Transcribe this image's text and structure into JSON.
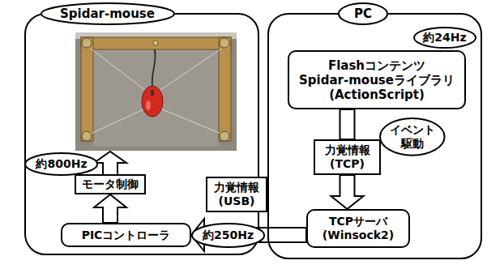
{
  "diagram": {
    "nodes": [
      {
        "text": [
          "Spidar-mouse"
        ]
      },
      {
        "text": [
          "PC"
        ]
      },
      {
        "text": [
          "約24Hz"
        ],
        "in": 1
      },
      {
        "text": [
          "Flashコンテンツ Spidar-mouseライブラリ (ActionScript)"
        ],
        "in": 1
      },
      {
        "text": [
          "イベント 駆動"
        ],
        "in": 1
      },
      {
        "text": [
          "力覚情報 (TCP)"
        ],
        "in": 1
      },
      {
        "text": [
          "約800Hz"
        ],
        "in": 0
      },
      {
        "text": [
          "モータ制御"
        ],
        "in": 0
      },
      {
        "text": [
          "力覚情報 (USB)"
        ]
      },
      {
        "text": [
          "約250Hz"
        ]
      },
      {
        "text": [
          "PICコントローラ"
        ],
        "in": 0
      },
      {
        "text": [
          "TCPサーバ (Winsock2)"
        ],
        "in": 1
      }
    ],
    "edges": [
      {
        "from": 3,
        "to": 5,
        "arrow": "none"
      },
      {
        "from": 5,
        "to": 11,
        "arrow": "to"
      },
      {
        "from": 11,
        "to": 10,
        "arrow": "to"
      },
      {
        "from": 10,
        "to": 7,
        "arrow": "to"
      }
    ]
  }
}
